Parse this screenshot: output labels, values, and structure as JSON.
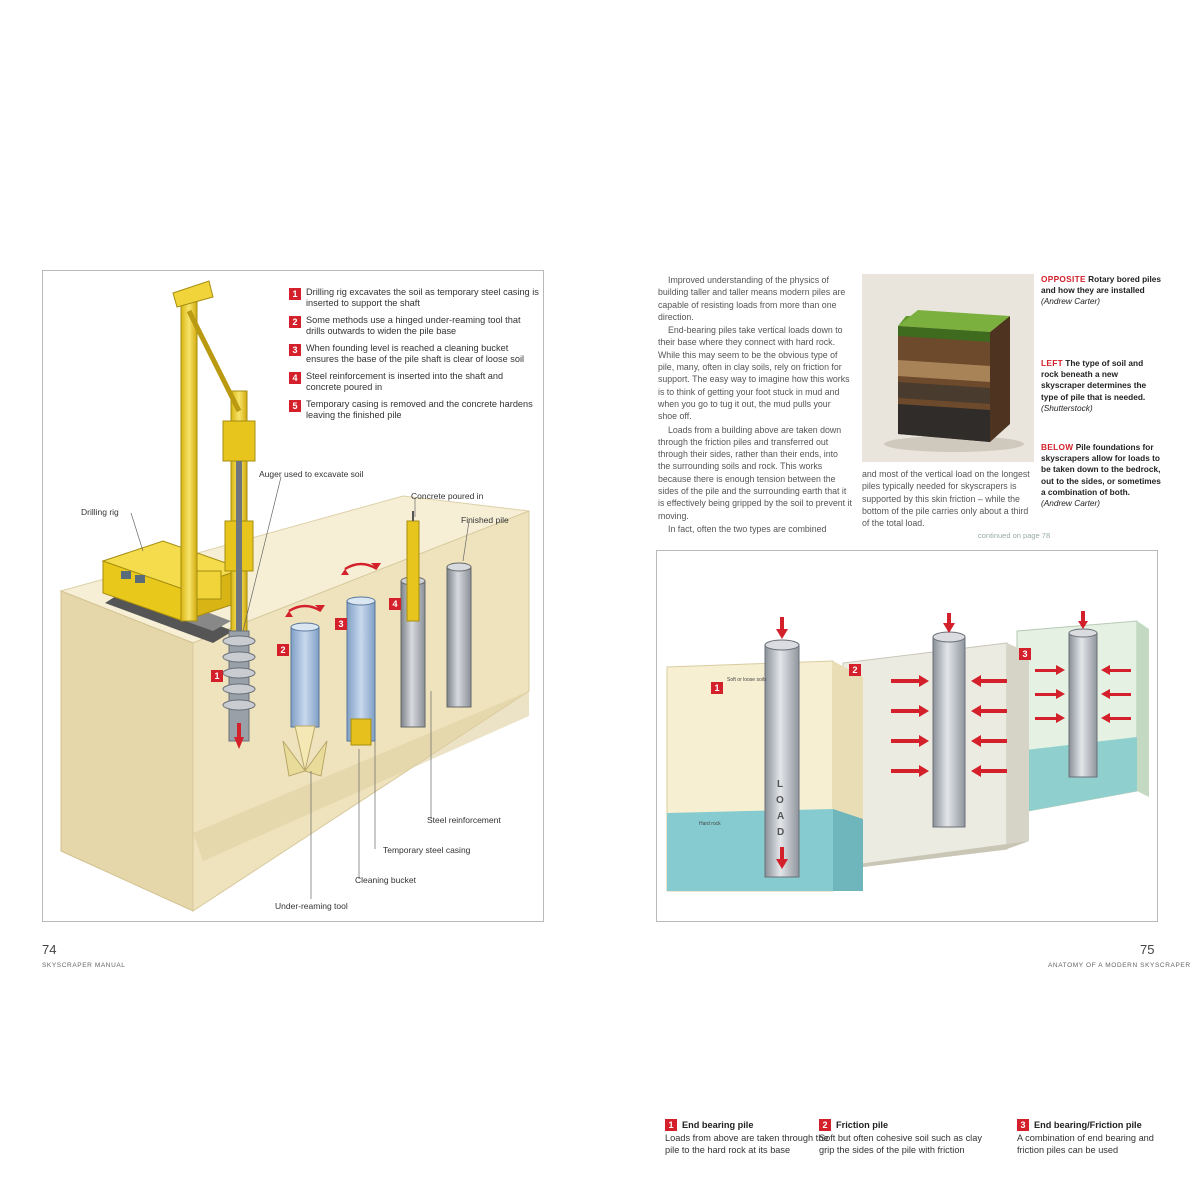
{
  "left_page": {
    "page_number": "74",
    "running_head": "SKYSCRAPER MANUAL",
    "steps": [
      {
        "num": "1",
        "text": "Drilling rig excavates the soil as temporary steel casing is inserted to support the shaft"
      },
      {
        "num": "2",
        "text": "Some methods use a hinged under-reaming tool that drills outwards to widen the pile base"
      },
      {
        "num": "3",
        "text": "When founding level is reached a cleaning bucket ensures the base of the pile shaft is clear of loose soil"
      },
      {
        "num": "4",
        "text": "Steel reinforcement is inserted into the shaft and concrete poured in"
      },
      {
        "num": "5",
        "text": "Temporary casing is removed and the concrete hardens leaving the finished pile"
      }
    ],
    "callouts": {
      "drilling_rig": "Drilling rig",
      "auger": "Auger used to excavate soil",
      "concrete": "Concrete poured in",
      "finished": "Finished pile",
      "steel_reinforcement": "Steel reinforcement",
      "temporary_casing": "Temporary steel casing",
      "cleaning_bucket": "Cleaning bucket",
      "under_reaming": "Under-reaming tool"
    },
    "diagram_badges": [
      "1",
      "2",
      "3",
      "4"
    ]
  },
  "right_page": {
    "page_number": "75",
    "running_head": "ANATOMY OF A MODERN SKYSCRAPER",
    "body_col1": [
      "Improved understanding of the physics of building taller and taller means modern piles are capable of resisting loads from more than one direction.",
      "End-bearing piles take vertical loads down to their base where they connect with hard rock. While this may seem to be the obvious type of pile, many, often in clay soils, rely on friction for support. The easy way to imagine how this works is to think of getting your foot stuck in mud and when you go to tug it out, the mud pulls your shoe off.",
      "Loads from a building above are taken down through the friction piles and transferred out through their sides, rather than their ends, into the surrounding soils and rock. This works because there is enough tension between the sides of the pile and the surrounding earth that it is effectively being gripped by the soil to prevent it moving.",
      "In fact, often the two types are combined"
    ],
    "body_col2": "and most of the vertical load on the longest piles typically needed for skyscrapers is supported by this skin friction – while the bottom of the pile carries only about a third of the total load.",
    "continued": "continued on page 78",
    "captions": {
      "opposite": {
        "lead": "OPPOSITE",
        "bold": "Rotary bored piles and how they are installed",
        "credit": "(Andrew Carter)"
      },
      "left": {
        "lead": "LEFT",
        "bold": "The type of soil and rock beneath a new skyscraper determines the type of pile that is needed.",
        "credit": "(Shutterstock)"
      },
      "below": {
        "lead": "BELOW",
        "bold": "Pile foundations for skyscrapers allow for loads to be taken down to the bedrock, out to the sides, or sometimes a combination of both.",
        "credit": "(Andrew Carter)"
      }
    },
    "pile_types": [
      {
        "num": "1",
        "title": "End bearing pile",
        "desc": "Loads from above are taken through the pile to the hard rock at its base"
      },
      {
        "num": "2",
        "title": "Friction pile",
        "desc": "Soft but often cohesive soil such as clay grip the sides of the pile with friction"
      },
      {
        "num": "3",
        "title": "End bearing/Friction pile",
        "desc": "A combination of end bearing and friction piles can be used"
      }
    ],
    "load_letters": [
      "L",
      "O",
      "A",
      "D"
    ],
    "soil_tags": {
      "soft": "Soft or loose soils",
      "rock": "Hard rock"
    }
  },
  "colors": {
    "accent_red": "#d3202a",
    "rig_yellow": "#f2d22a",
    "ground_cream": "#f1e7c8",
    "pile_grey": "#b3b7bd",
    "rock_teal": "#7fc4c9"
  }
}
